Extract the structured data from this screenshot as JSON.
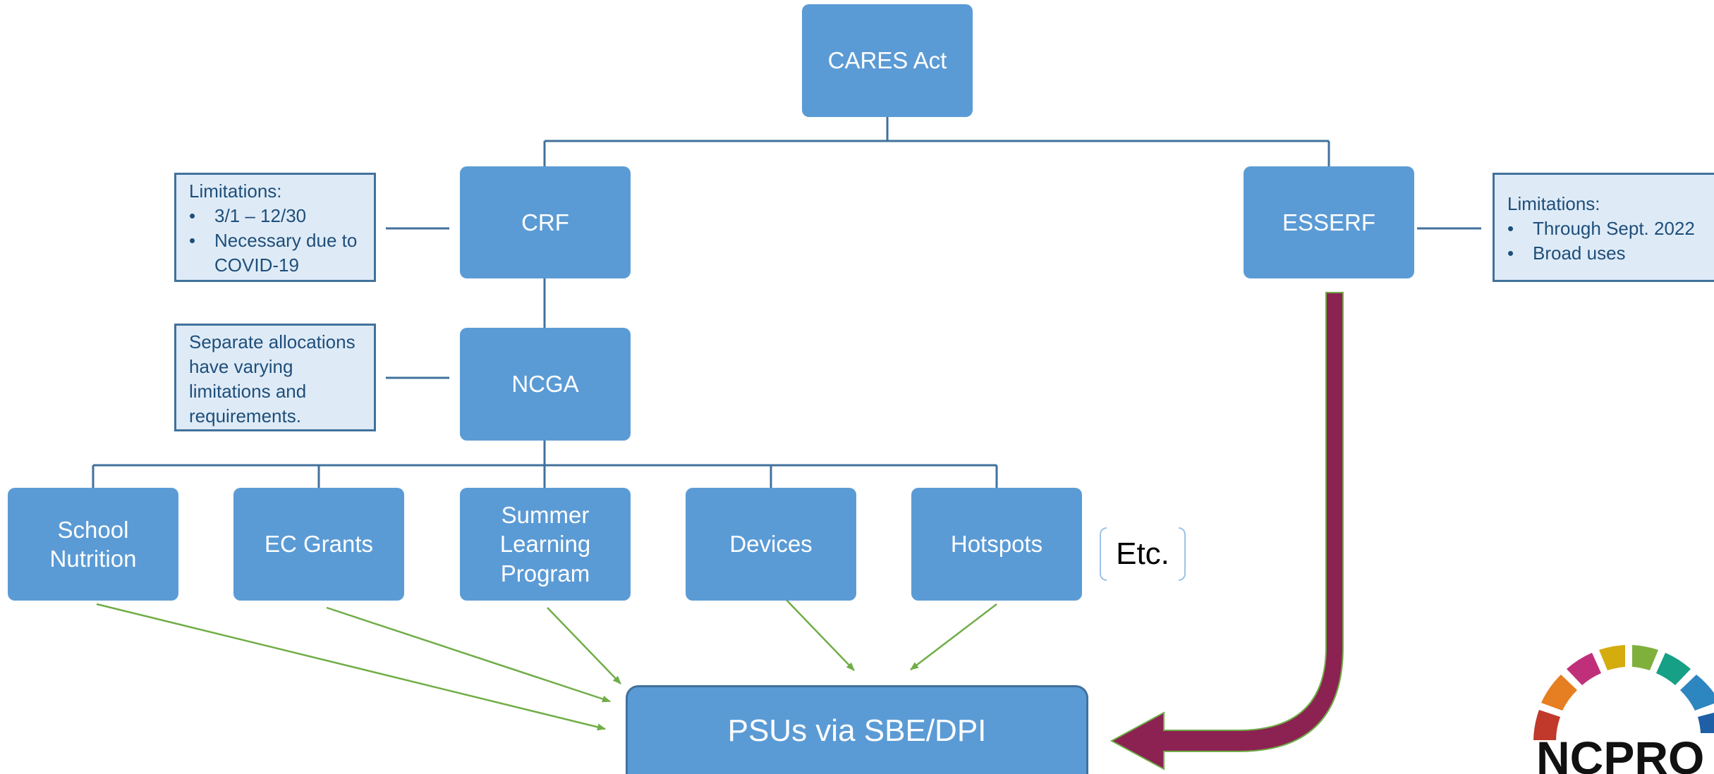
{
  "nodes": {
    "cares_act": "CARES Act",
    "crf": "CRF",
    "esserf": "ESSERF",
    "ncga": "NCGA",
    "school_nutrition": [
      "School",
      "Nutrition"
    ],
    "ec_grants": "EC Grants",
    "summer_learning": [
      "Summer",
      "Learning",
      "Program"
    ],
    "devices": "Devices",
    "hotspots": "Hotspots",
    "psus": "PSUs via SBE/DPI"
  },
  "notes": {
    "crf": {
      "heading": "Limitations:",
      "bullets": [
        "3/1 – 12/30",
        "Necessary due to",
        "COVID-19"
      ]
    },
    "ncga": [
      "Separate allocations",
      "have varying",
      "limitations and",
      "requirements."
    ],
    "esserf": {
      "heading": "Limitations:",
      "bullets": [
        "Through Sept. 2022",
        "Broad uses"
      ]
    }
  },
  "etc_label": "Etc.",
  "logo_text": "NCPRO",
  "colors": {
    "box_fill": "#5b9bd5",
    "connector": "#41719c",
    "note_fill": "#deebf7",
    "green_arrow": "#70ad47",
    "maroon_arrow": "#8b2252"
  }
}
